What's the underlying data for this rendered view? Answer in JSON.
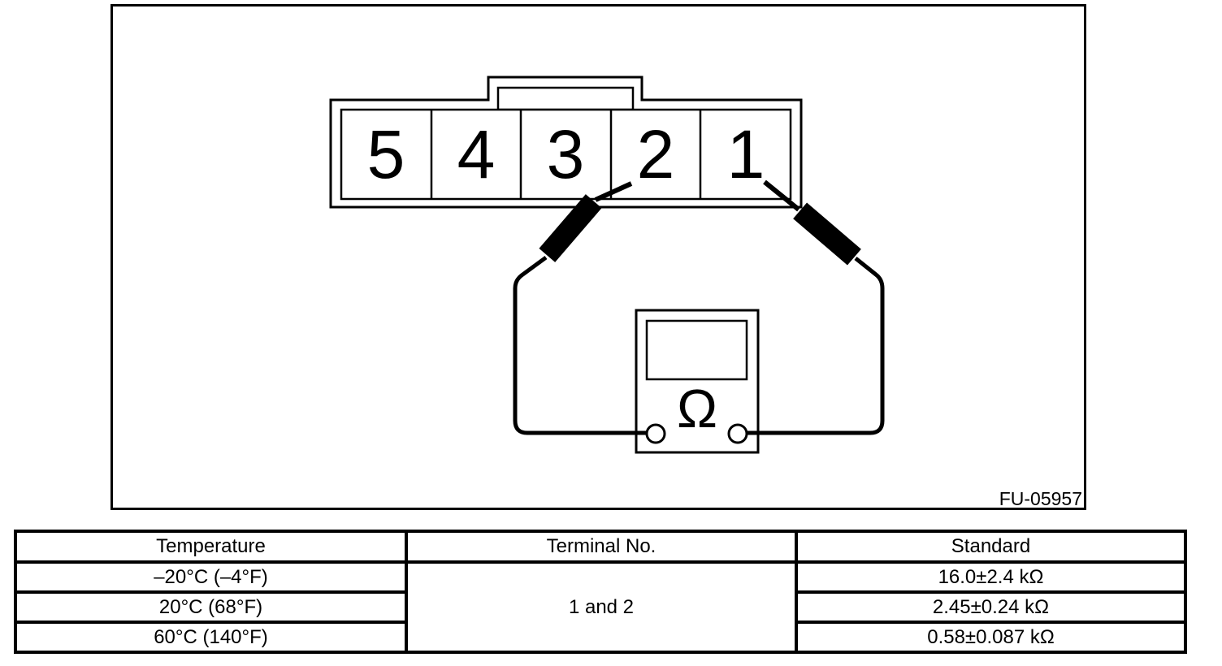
{
  "diagram": {
    "figure_id": "FU-05957",
    "terminals": [
      "5",
      "4",
      "3",
      "2",
      "1"
    ],
    "meter_symbol": "Ω"
  },
  "table": {
    "headers": [
      "Temperature",
      "Terminal No.",
      "Standard"
    ],
    "terminal_no": "1 and 2",
    "rows": [
      {
        "temperature": "–20°C (–4°F)",
        "standard": "16.0±2.4 kΩ"
      },
      {
        "temperature": "20°C (68°F)",
        "standard": "2.45±0.24 kΩ"
      },
      {
        "temperature": "60°C (140°F)",
        "standard": "0.58±0.087 kΩ"
      }
    ]
  },
  "colors": {
    "ink": "#000000",
    "paper": "#ffffff"
  }
}
